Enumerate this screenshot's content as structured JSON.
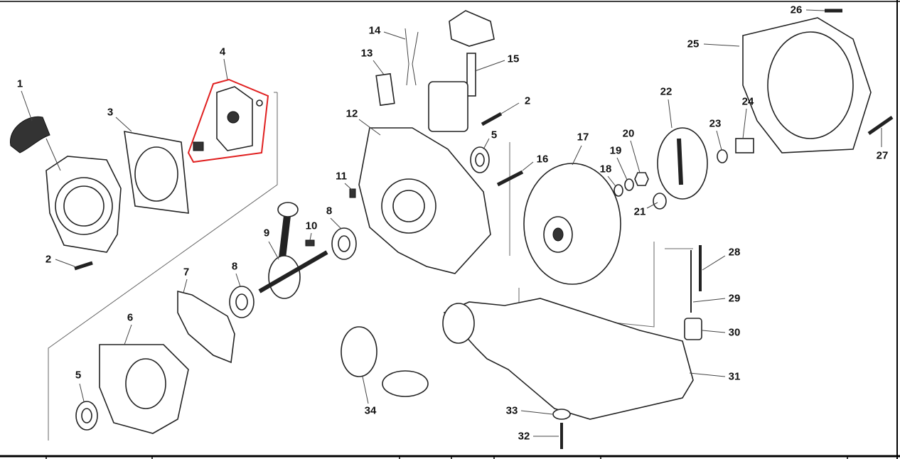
{
  "diagram": {
    "type": "exploded-parts-view",
    "highlight_color": "#e02020",
    "highlighted_part": "4",
    "labels": [
      {
        "id": "1",
        "text": "1"
      },
      {
        "id": "3",
        "text": "3"
      },
      {
        "id": "4",
        "text": "4"
      },
      {
        "id": "2a",
        "text": "2"
      },
      {
        "id": "14",
        "text": "14"
      },
      {
        "id": "13",
        "text": "13"
      },
      {
        "id": "15",
        "text": "15"
      },
      {
        "id": "12",
        "text": "12"
      },
      {
        "id": "5a",
        "text": "5"
      },
      {
        "id": "16",
        "text": "16"
      },
      {
        "id": "17",
        "text": "17"
      },
      {
        "id": "11",
        "text": "11"
      },
      {
        "id": "8a",
        "text": "8"
      },
      {
        "id": "9",
        "text": "9"
      },
      {
        "id": "10",
        "text": "10"
      },
      {
        "id": "2b",
        "text": "2"
      },
      {
        "id": "7",
        "text": "7"
      },
      {
        "id": "8b",
        "text": "8"
      },
      {
        "id": "6",
        "text": "6"
      },
      {
        "id": "5b",
        "text": "5"
      },
      {
        "id": "34",
        "text": "34"
      },
      {
        "id": "18",
        "text": "18"
      },
      {
        "id": "19",
        "text": "19"
      },
      {
        "id": "20",
        "text": "20"
      },
      {
        "id": "22",
        "text": "22"
      },
      {
        "id": "23",
        "text": "23"
      },
      {
        "id": "24",
        "text": "24"
      },
      {
        "id": "25",
        "text": "25"
      },
      {
        "id": "26",
        "text": "26"
      },
      {
        "id": "27",
        "text": "27"
      },
      {
        "id": "21",
        "text": "21"
      },
      {
        "id": "28",
        "text": "28"
      },
      {
        "id": "29",
        "text": "29"
      },
      {
        "id": "30",
        "text": "30"
      },
      {
        "id": "31",
        "text": "31"
      },
      {
        "id": "33",
        "text": "33"
      },
      {
        "id": "32",
        "text": "32"
      }
    ]
  }
}
